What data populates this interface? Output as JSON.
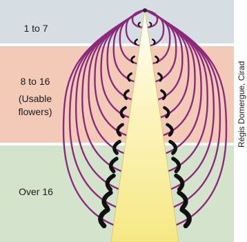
{
  "zones": {
    "top": {
      "label": "1 to 7"
    },
    "middle": {
      "label_line1": "8 to 16",
      "label_line2": "(Usable",
      "label_line3": "flowers)"
    },
    "bottom": {
      "label": "Over 16"
    }
  },
  "credit": "Régis Domergue, Cirad",
  "colors": {
    "zone_top": "#d6dde3",
    "zone_middle": "#f3c9b8",
    "zone_bottom": "#d4e4cc",
    "bract_outline": "#8a2a7a",
    "axis_gradient_top": "#ffffff",
    "axis_gradient_bottom": "#f6e884"
  }
}
